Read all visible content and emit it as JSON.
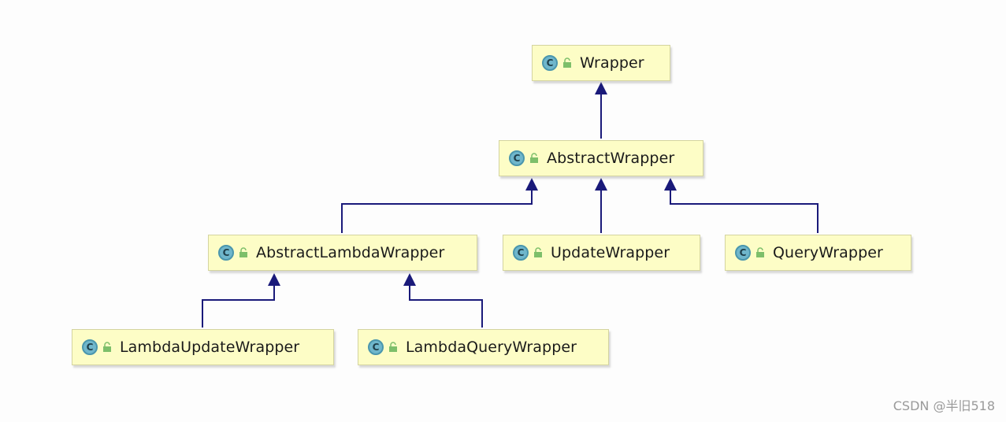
{
  "diagram": {
    "classes": [
      {
        "id": "wrapper",
        "label": "Wrapper",
        "icon": "class-icon"
      },
      {
        "id": "abstract-wrapper",
        "label": "AbstractWrapper",
        "icon": "class-icon"
      },
      {
        "id": "abstract-lambda-wrapper",
        "label": "AbstractLambdaWrapper",
        "icon": "class-icon"
      },
      {
        "id": "update-wrapper",
        "label": "UpdateWrapper",
        "icon": "class-icon"
      },
      {
        "id": "query-wrapper",
        "label": "QueryWrapper",
        "icon": "class-icon"
      },
      {
        "id": "lambda-update-wrapper",
        "label": "LambdaUpdateWrapper",
        "icon": "class-icon"
      },
      {
        "id": "lambda-query-wrapper",
        "label": "LambdaQueryWrapper",
        "icon": "class-icon"
      }
    ],
    "relations": [
      {
        "from": "abstract-wrapper",
        "to": "wrapper",
        "type": "extends"
      },
      {
        "from": "abstract-lambda-wrapper",
        "to": "abstract-wrapper",
        "type": "extends"
      },
      {
        "from": "update-wrapper",
        "to": "abstract-wrapper",
        "type": "extends"
      },
      {
        "from": "query-wrapper",
        "to": "abstract-wrapper",
        "type": "extends"
      },
      {
        "from": "lambda-update-wrapper",
        "to": "abstract-lambda-wrapper",
        "type": "extends"
      },
      {
        "from": "lambda-query-wrapper",
        "to": "abstract-lambda-wrapper",
        "type": "extends"
      }
    ],
    "icon_letter": "C",
    "colors": {
      "node_fill": "#fdfdc6",
      "edge": "#1a1a7a",
      "class_icon": "#6fb6cb"
    }
  },
  "watermark": "CSDN @半旧518"
}
